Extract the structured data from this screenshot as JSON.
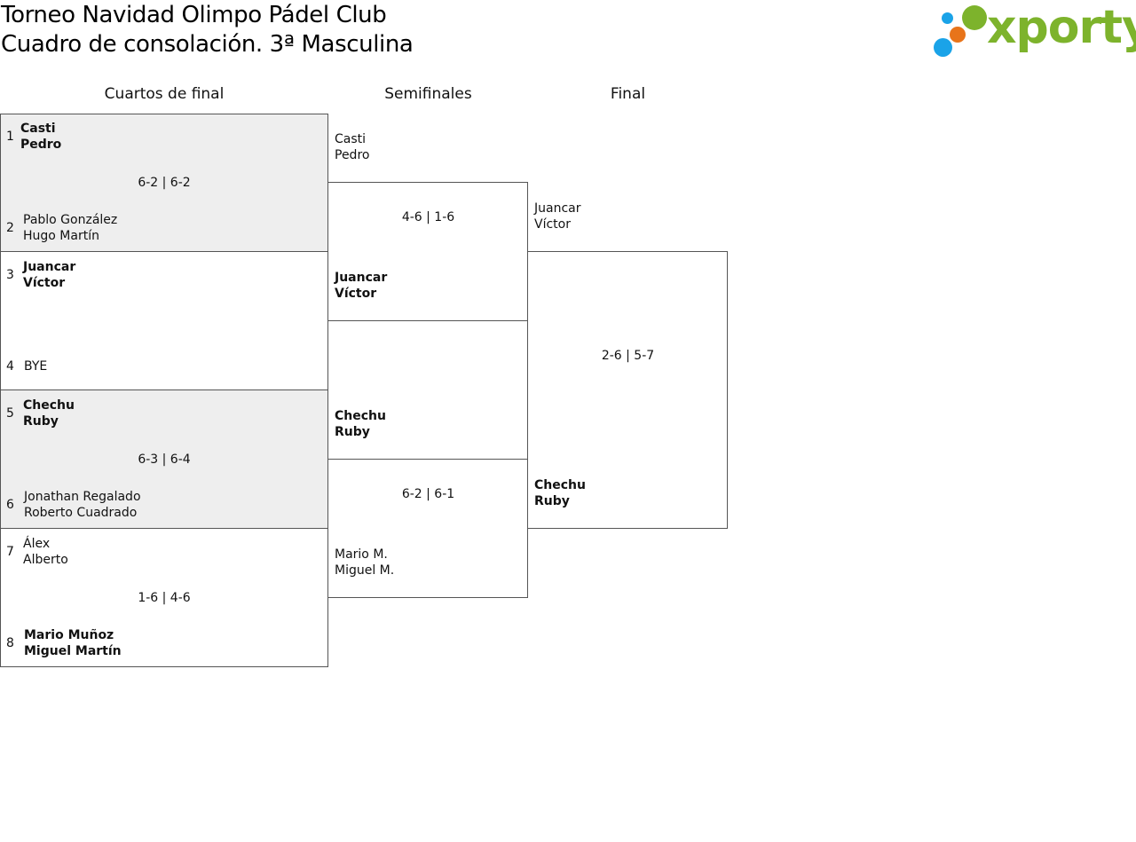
{
  "header": {
    "title_line1": "Torneo Navidad Olimpo Pádel Club",
    "title_line2": "Cuadro de consolación. 3ª Masculina",
    "logo_text": "xporty"
  },
  "rounds": {
    "quarterfinals": "Cuartos de final",
    "semifinals": "Semifinales",
    "final": "Final"
  },
  "quarterfinals": [
    {
      "score": "6-2 | 6-2",
      "top": {
        "seed": "1",
        "player1": "Casti",
        "player2": "Pedro",
        "winner": true
      },
      "bottom": {
        "seed": "2",
        "player1": "Pablo González",
        "player2": "Hugo Martín",
        "winner": false
      }
    },
    {
      "score": "",
      "top": {
        "seed": "3",
        "player1": "Juancar",
        "player2": "Víctor",
        "winner": true
      },
      "bottom": {
        "seed": "4",
        "player1": "BYE",
        "player2": "",
        "winner": false
      }
    },
    {
      "score": "6-3 | 6-4",
      "top": {
        "seed": "5",
        "player1": "Chechu",
        "player2": "Ruby",
        "winner": true
      },
      "bottom": {
        "seed": "6",
        "player1": "Jonathan Regalado",
        "player2": "Roberto Cuadrado",
        "winner": false
      }
    },
    {
      "score": "1-6 | 4-6",
      "top": {
        "seed": "7",
        "player1": "Álex",
        "player2": "Alberto",
        "winner": false
      },
      "bottom": {
        "seed": "8",
        "player1": "Mario Muñoz",
        "player2": "Miguel Martín",
        "winner": true
      }
    }
  ],
  "semifinals": [
    {
      "score": "4-6 | 1-6",
      "top": {
        "player1": "Casti",
        "player2": "Pedro",
        "winner": false
      },
      "bottom": {
        "player1": "Juancar",
        "player2": "Víctor",
        "winner": true
      }
    },
    {
      "score": "6-2 | 6-1",
      "top": {
        "player1": "Chechu",
        "player2": "Ruby",
        "winner": true
      },
      "bottom": {
        "player1": "Mario M.",
        "player2": "Miguel M.",
        "winner": false
      }
    }
  ],
  "final": {
    "score": "2-6 | 5-7",
    "top": {
      "player1": "Juancar",
      "player2": "Víctor",
      "winner": false
    },
    "bottom": {
      "player1": "Chechu",
      "player2": "Ruby",
      "winner": true
    }
  },
  "colors": {
    "logo_green": "#7db32c",
    "logo_blue": "#1aa3e8",
    "logo_orange": "#e8741a",
    "highlight_bg": "#eeeeee"
  }
}
